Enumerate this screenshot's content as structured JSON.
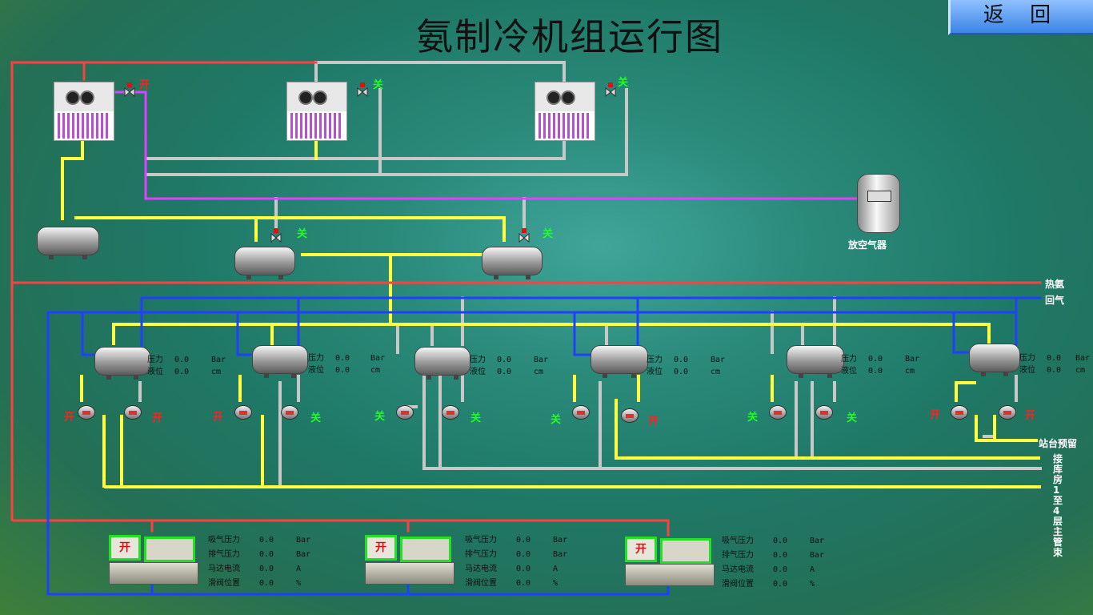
{
  "title": "氨制冷机组运行图",
  "back_label": "返 回",
  "colors": {
    "hot_gas": "#ff4040",
    "return_gas": "#2040ff",
    "liquid": "#ffff40",
    "pipe": "#c8c8c8",
    "discharge": "#e040ff",
    "open": "#ff2020",
    "closed": "#20ff20"
  },
  "condensers": [
    {
      "valve_status": "开"
    },
    {
      "valve_status": "关"
    },
    {
      "valve_status": "关"
    }
  ],
  "separator_valves": [
    {
      "status": "关"
    },
    {
      "status": "关"
    }
  ],
  "air_purger_label": "放空气器",
  "line_labels": {
    "hot_ammonia": "热氨",
    "return_gas": "回气",
    "station_reserve": "站台预留",
    "main_header": "接库房1至4层主管束"
  },
  "evaporator_units": [
    {
      "pressure_label": "压力",
      "pressure": "0.0",
      "pressure_unit": "Bar",
      "level_label": "液位",
      "level": "0.0",
      "level_unit": "cm",
      "pump_a": "开",
      "pump_b": "开"
    },
    {
      "pressure_label": "压力",
      "pressure": "0.0",
      "pressure_unit": "Bar",
      "level_label": "液位",
      "level": "0.0",
      "level_unit": "cm",
      "pump_a": "开",
      "pump_b": "关"
    },
    {
      "pressure_label": "压力",
      "pressure": "0.0",
      "pressure_unit": "Bar",
      "level_label": "液位",
      "level": "0.0",
      "level_unit": "cm",
      "pump_a": "关",
      "pump_b": "关"
    },
    {
      "pressure_label": "压力",
      "pressure": "0.0",
      "pressure_unit": "Bar",
      "level_label": "液位",
      "level": "0.0",
      "level_unit": "cm",
      "pump_a": "关",
      "pump_b": "开"
    },
    {
      "pressure_label": "压力",
      "pressure": "0.0",
      "pressure_unit": "Bar",
      "level_label": "液位",
      "level": "0.0",
      "level_unit": "cm",
      "pump_a": "关",
      "pump_b": "关"
    },
    {
      "pressure_label": "压力",
      "pressure": "0.0",
      "pressure_unit": "Bar",
      "level_label": "液位",
      "level": "0.0",
      "level_unit": "cm",
      "pump_a": "开",
      "pump_b": "开"
    }
  ],
  "compressors": [
    {
      "switch": "开",
      "rows": [
        {
          "label": "吸气压力",
          "value": "0.0",
          "unit": "Bar"
        },
        {
          "label": "排气压力",
          "value": "0.0",
          "unit": "Bar"
        },
        {
          "label": "马达电流",
          "value": "0.0",
          "unit": "A"
        },
        {
          "label": "滑阀位置",
          "value": "0.0",
          "unit": "%"
        }
      ]
    },
    {
      "switch": "开",
      "rows": [
        {
          "label": "吸气压力",
          "value": "0.0",
          "unit": "Bar"
        },
        {
          "label": "排气压力",
          "value": "0.0",
          "unit": "Bar"
        },
        {
          "label": "马达电流",
          "value": "0.0",
          "unit": "A"
        },
        {
          "label": "滑阀位置",
          "value": "0.0",
          "unit": "%"
        }
      ]
    },
    {
      "switch": "开",
      "rows": [
        {
          "label": "吸气压力",
          "value": "0.0",
          "unit": "Bar"
        },
        {
          "label": "排气压力",
          "value": "0.0",
          "unit": "Bar"
        },
        {
          "label": "马达电流",
          "value": "0.0",
          "unit": "A"
        },
        {
          "label": "滑阀位置",
          "value": "0.0",
          "unit": "%"
        }
      ]
    }
  ]
}
